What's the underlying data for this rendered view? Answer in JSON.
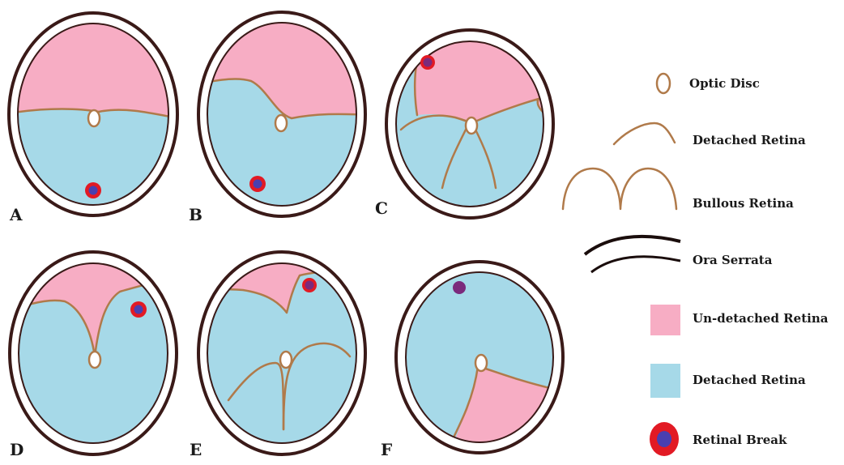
{
  "colors": {
    "undetached": "#f7adc4",
    "detached": "#a6d9e8",
    "retina_line": "#b07a4a",
    "ora": "#3a1a18",
    "break_outer": "#e21a24",
    "break_inner": "#4a3fb0",
    "break_small": "#7b2a7c"
  },
  "panels": [
    {
      "letter": "A"
    },
    {
      "letter": "B"
    },
    {
      "letter": "C"
    },
    {
      "letter": "D"
    },
    {
      "letter": "E"
    },
    {
      "letter": "F"
    }
  ],
  "legend": {
    "optic_disc": "Optic Disc",
    "detached_retina_line": "Detached  Retina",
    "bullous_retina": "Bullous Retina",
    "ora_serrata": "Ora Serrata",
    "undetached_retina": "Un-detached Retina",
    "detached_retina_area": "Detached  Retina",
    "retinal_break": "Retinal Break"
  }
}
